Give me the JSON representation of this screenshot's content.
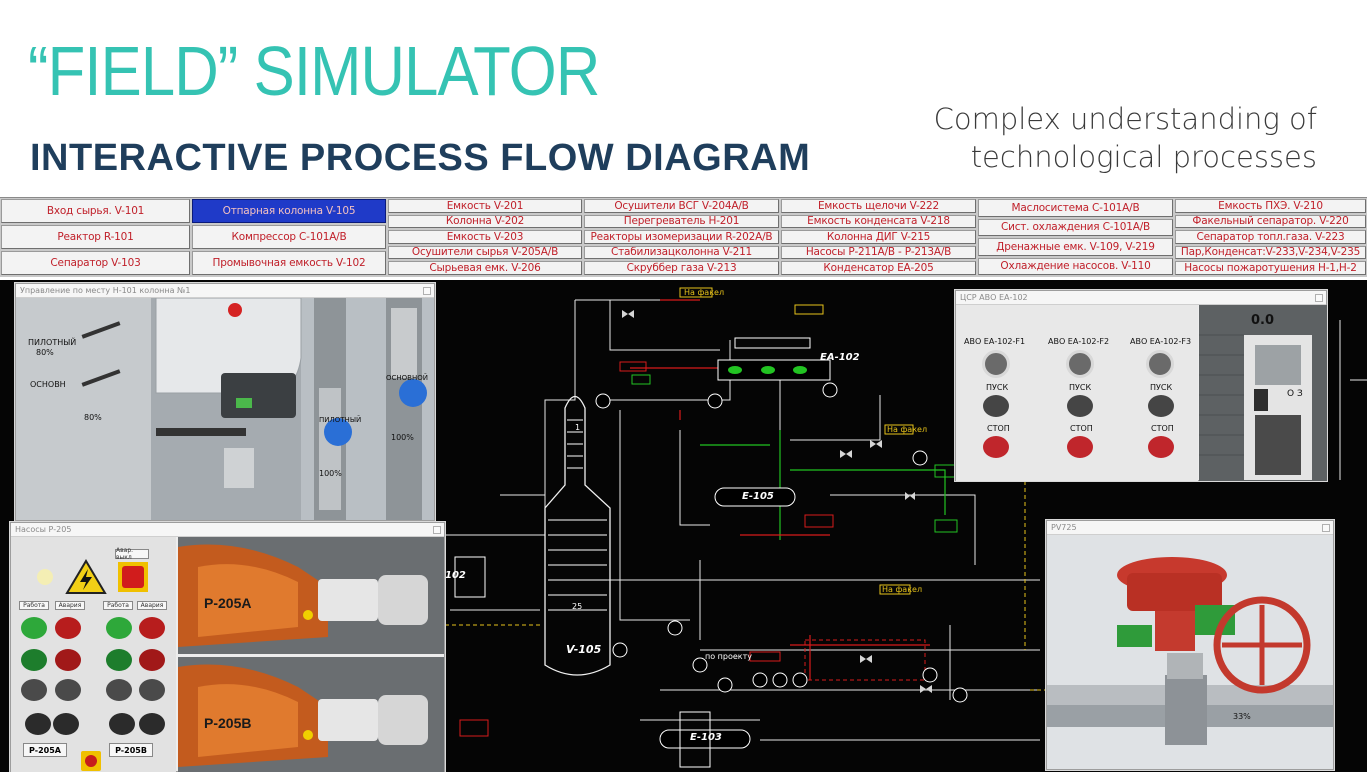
{
  "header": {
    "title": "“FIELD” SIMULATOR",
    "subtitle": "INTERACTIVE PROCESS FLOW DIAGRAM",
    "tagline_line1": "Complex understanding of",
    "tagline_line2": "technological processes"
  },
  "colors": {
    "title": "#35c3b3",
    "subtitle": "#1f3e5c",
    "nav_text": "#c0202a",
    "nav_active_bg": "#1f3ac8",
    "pipe_green": "#22c322",
    "pipe_red": "#d81b1b",
    "pipe_yellow": "#e6c21a",
    "pipe_white": "#e8e8e8"
  },
  "nav": {
    "col1": [
      "Вход сырья. V-101",
      "Реактор R-101",
      "Сепаратор V-103"
    ],
    "col2": [
      "Отпарная колонна V-105",
      "Компрессор С-101А/В",
      "Промывочная емкость V-102"
    ],
    "col3": [
      "Емкость V-201",
      "Колонна V-202",
      "Емкость V-203",
      "Осушители сырья V-205А/В",
      "Сырьевая емк. V-206"
    ],
    "col4": [
      "Осушители ВСГ V-204А/В",
      "Перегреватель Н-201",
      "Реакторы изомеризации R-202А/В",
      "Стабилизацколонна V-211",
      "Скруббер газа V-213"
    ],
    "col5": [
      "Емкость щелочи V-222",
      "Емкость конденсата V-218",
      "Колонна ДИГ V-215",
      "Насосы Р-211А/В - Р-213А/В",
      "Конденсатор ЕА-205"
    ],
    "col6": [
      "Маслосистема С-101А/В",
      "Сист. охлаждения С-101А/В",
      "Дренажные емк. V-109, V-219",
      "Охлаждение насосов. V-110"
    ],
    "col7": [
      "Емкость ПХЭ. V-210",
      "Факельный сепаратор. V-220",
      "Сепаратор топл.газа. V-223",
      "Пар,Конденсат:V-233,V-234,V-235",
      "Насосы пожаротушения Н-1,Н-2"
    ],
    "active": "Отпарная колонна V-105"
  },
  "diagram": {
    "column_label": "V-105",
    "exchanger_ea102": "ЕА-102",
    "exchanger_e105": "Е-105",
    "exchanger_e103": "Е-103",
    "left_vessel_label": "102",
    "flare_tag": "На факел",
    "flare_tag2": "На факел",
    "offsite_tag": "На факел",
    "to_storage_tag": "по проекту",
    "stage_25": "25",
    "stage_1": "1"
  },
  "win_field": {
    "title": "Управление по месту Н-101 колонна №1",
    "position_label_1": "ПИЛОТНЫЙ",
    "percent_1": "80%",
    "position_label_2": "ОСНОВН",
    "percent_2": "80%",
    "valve_label_1": "ПИЛОТНЫЙ",
    "valve_percent_1": "100%",
    "valve_label_2": "ОСНОВНОЙ",
    "valve_percent_2": "100%"
  },
  "win_pumps": {
    "title": "Насосы Р-205",
    "emergency_label": "Авар. выкл",
    "pump_a": "P-205A",
    "pump_b": "P-205B",
    "pump_a_tag": "P-205A",
    "pump_b_tag": "P-205B",
    "row_labels": [
      "Работа",
      "Авария",
      "Работа",
      "Авария"
    ]
  },
  "win_abo": {
    "title": "ЦСР АВО ЕА-102",
    "fans": [
      "АВО ЕА-102-F1",
      "АВО ЕА-102-F2",
      "АВО ЕА-102-F3"
    ],
    "start_label": "ПУСК",
    "stop_label": "СТОП",
    "readout": "0.0",
    "switch_labels": "О З"
  },
  "win_valve": {
    "title": "PV725",
    "percent": "33%"
  }
}
